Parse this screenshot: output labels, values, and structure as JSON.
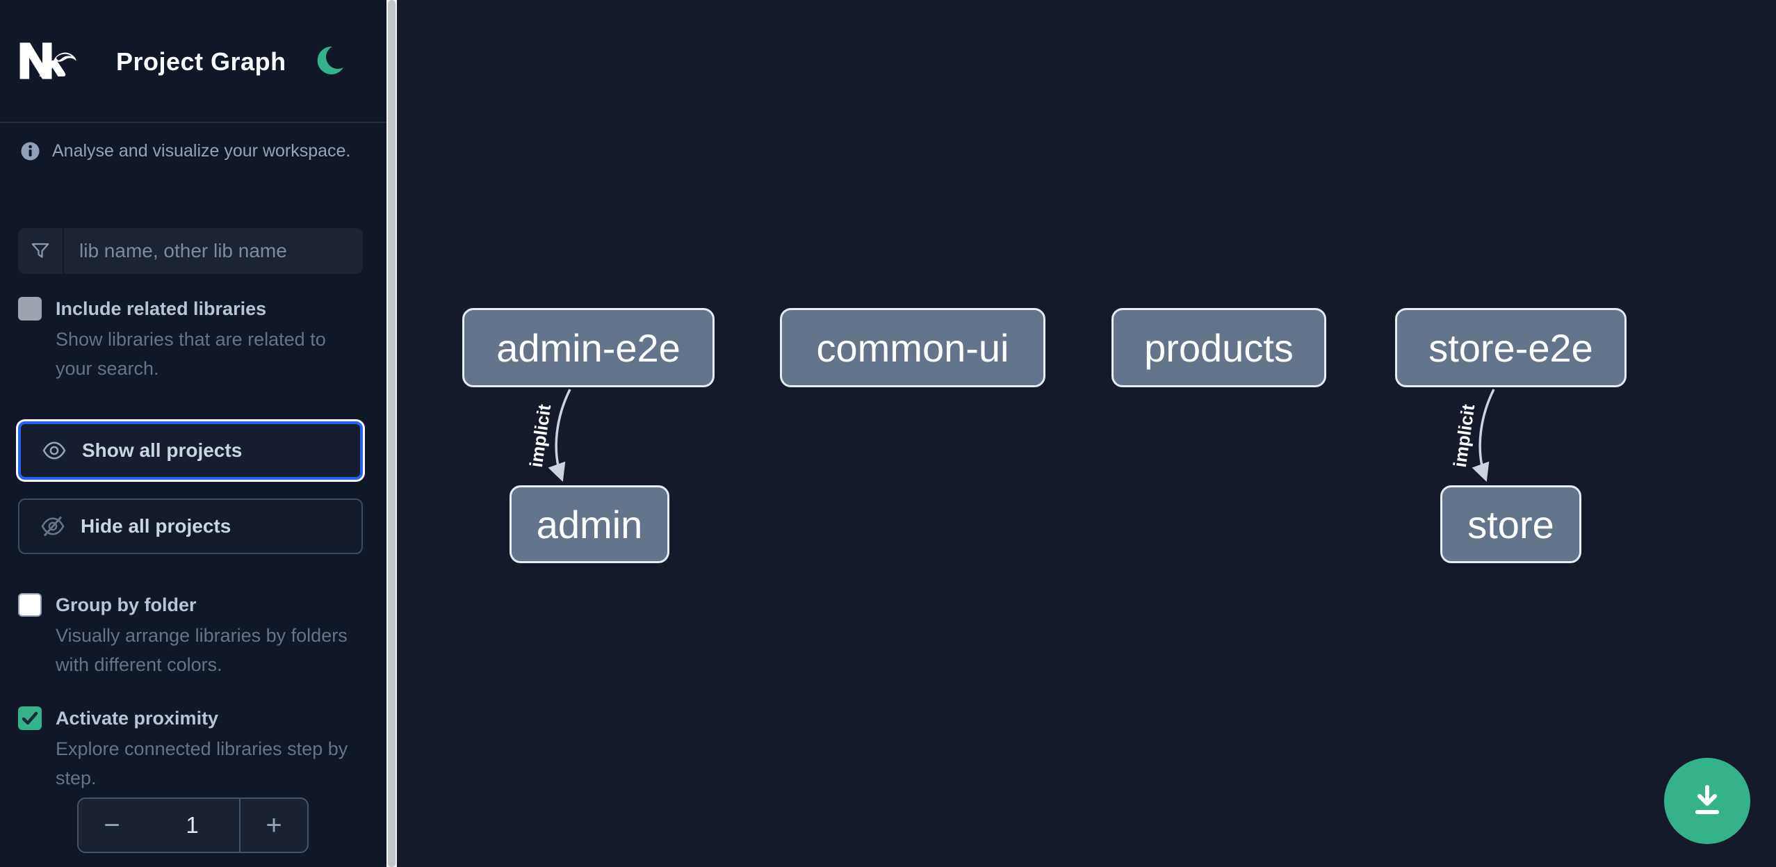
{
  "header": {
    "title": "Project Graph",
    "logo": "Nx",
    "theme_toggle_icon": "moon"
  },
  "sidebar": {
    "tagline": "Analyse and visualize your workspace.",
    "search": {
      "placeholder": "lib name, other lib name",
      "value": "",
      "icon": "funnel-filter"
    },
    "toggles": [
      {
        "label": "Include related libraries",
        "description": "Show libraries that are related to your search.",
        "checked": false
      },
      {
        "label": "Group by folder",
        "description": "Visually arrange libraries by folders with different colors.",
        "checked": false
      },
      {
        "label": "Activate proximity",
        "description": "Explore connected libraries step by step.",
        "checked": true
      }
    ],
    "buttons": [
      {
        "label": "Show all projects",
        "icon": "eye",
        "focused": true
      },
      {
        "label": "Hide all projects",
        "icon": "eye-off",
        "focused": false
      }
    ],
    "stepper": {
      "decrement": "−",
      "value": "1",
      "increment": "+"
    }
  },
  "graph": {
    "nodes": [
      {
        "label": "admin-e2e"
      },
      {
        "label": "common-ui"
      },
      {
        "label": "products"
      },
      {
        "label": "store-e2e"
      },
      {
        "label": "admin"
      },
      {
        "label": "store"
      }
    ],
    "edges": [
      {
        "source": "admin-e2e",
        "target": "admin",
        "label": "implicit"
      },
      {
        "source": "store-e2e",
        "target": "store",
        "label": "implicit"
      }
    ],
    "download_icon": "download"
  },
  "colors": {
    "accent_green": "#34b38a",
    "focus_blue": "#2563eb",
    "node_fill": "#64748b",
    "node_border": "#e7ecf2",
    "sidebar_bg": "#101726",
    "canvas_bg": "#141a29"
  }
}
